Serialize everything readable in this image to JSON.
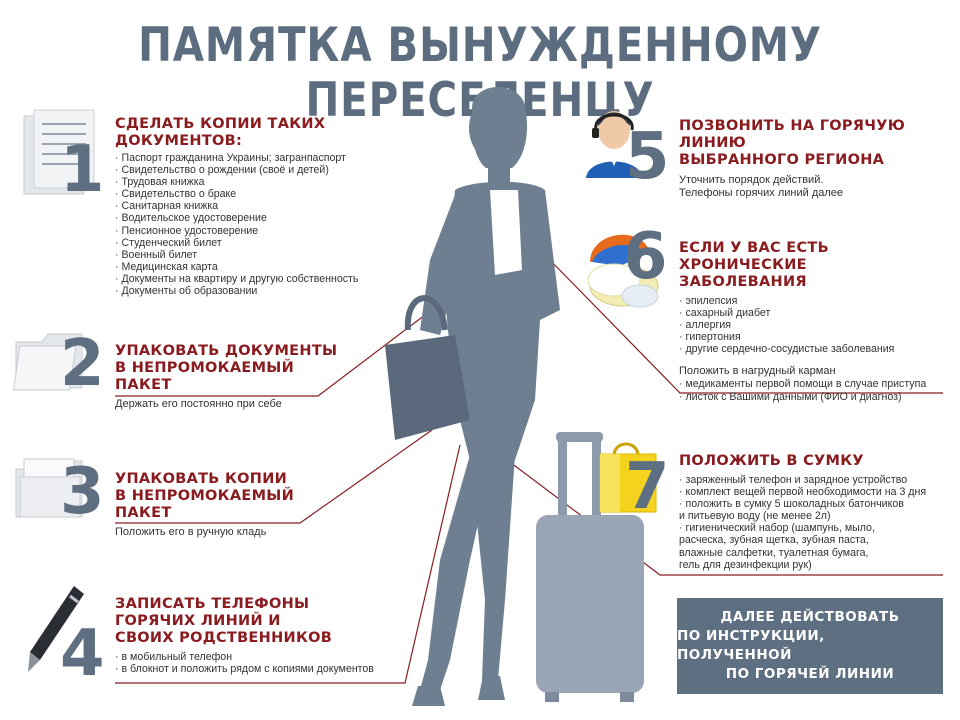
{
  "title": "ПАМЯТКА ВЫНУЖДЕННОМУ ПЕРЕСЕЛЕНЦУ",
  "items": [
    {
      "number": "1",
      "heading": "СДЕЛАТЬ КОПИИ ТАКИХ ДОКУМЕНТОВ:",
      "list": [
        "Паспорт гражданина Украины; загранпаспорт",
        "Свидетельство о рождении (своё и детей)",
        "Трудовая книжка",
        "Свидетельство о браке",
        "Санитарная книжка",
        "Водительское удостоверение",
        "Пенсионное удостоверение",
        "Студенческий билет",
        "Военный билет",
        "Медицинская карта",
        "Документы на квартиру и другую собственность",
        "Документы об образовании"
      ]
    },
    {
      "number": "2",
      "heading_lines": [
        "УПАКОВАТЬ ДОКУМЕНТЫ",
        "В НЕПРОМОКАЕМЫЙ ПАКЕТ"
      ],
      "text": "Держать его постоянно при себе"
    },
    {
      "number": "3",
      "heading_lines": [
        "УПАКОВАТЬ КОПИИ",
        "В НЕПРОМОКАЕМЫЙ ПАКЕТ"
      ],
      "text": "Положить его в ручную кладь"
    },
    {
      "number": "4",
      "heading_lines": [
        "ЗАПИСАТЬ ТЕЛЕФОНЫ",
        "ГОРЯЧИХ ЛИНИЙ И",
        "СВОИХ РОДСТВЕННИКОВ"
      ],
      "list": [
        "в мобильный телефон",
        "в блокнот и положить рядом с копиями документов"
      ]
    },
    {
      "number": "5",
      "heading_lines": [
        "ПОЗВОНИТЬ НА ГОРЯЧУЮ ЛИНИЮ",
        "ВЫБРАННОГО РЕГИОНА"
      ],
      "text_lines": [
        "Уточнить порядок действий.",
        "Телефоны горячих линий далее"
      ]
    },
    {
      "number": "6",
      "heading_lines": [
        "ЕСЛИ У ВАС ЕСТЬ ХРОНИЧЕСКИЕ",
        "ЗАБОЛЕВАНИЯ"
      ],
      "list": [
        "эпилепсия",
        "сахарный диабет",
        "аллергия",
        "гипертония",
        "другие сердечно-сосудистые заболевания"
      ],
      "note": "Положить в нагрудный карман",
      "list2": [
        "медикаменты первой помощи в случае приступа",
        "листок с Вашими данными (ФИО и диагноз)"
      ]
    },
    {
      "number": "7",
      "heading": "ПОЛОЖИТЬ В СУМКУ",
      "list": [
        "заряженный телефон и зарядное устройство",
        "комплект вещей первой необходимости на 3 дня",
        "положить в сумку 5 шоколадных батончиков",
        "и питьевую воду (не менее 2л)",
        "гигиенический набор (шампунь, мыло,",
        "расческа, зубная щетка, зубная паста,",
        "влажные салфетки, туалетная бумага,",
        "гель для дезинфекции рук)"
      ]
    }
  ],
  "cta_lines": [
    "ДАЛЕЕ ДЕЙСТВОВАТЬ",
    "ПО ИНСТРУКЦИИ, ПОЛУЧЕННОЙ",
    "ПО ГОРЯЧЕЙ ЛИНИИ"
  ],
  "colors": {
    "accent": "#8a1c20",
    "figure": "#6e7f92",
    "title": "#5d6d80",
    "cta_bg": "#5e6f82"
  }
}
